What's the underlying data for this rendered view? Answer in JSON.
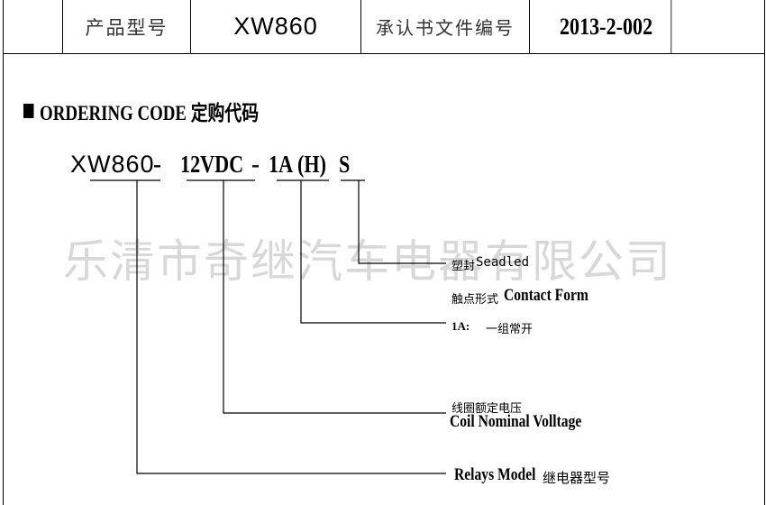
{
  "header": {
    "product_model_label": "产品型号",
    "product_model_value": "XW860",
    "spec_doc_label": "承认书文件编号",
    "spec_doc_value": "2013-2-002"
  },
  "section": {
    "title": "ORDERING CODE 定购代码"
  },
  "ordering_code": {
    "model": "XW860",
    "dash1": "-",
    "voltage": "12VDC",
    "dash2": "-",
    "contact": "1A",
    "variant": "(H)",
    "seal": "S"
  },
  "watermark": "乐清市奇继汽车电器有限公司",
  "legend": {
    "seal_cn": "塑封",
    "seal_en": "Seadled",
    "contact_cn": "触点形式",
    "contact_en": "Contact Form",
    "contact_code": "1A:",
    "contact_desc": "一组常开",
    "coil_cn": "线圈额定电压",
    "coil_en": "Coil Nominal Volltage",
    "relay_en": "Relays Model",
    "relay_cn": "继电器型号"
  }
}
